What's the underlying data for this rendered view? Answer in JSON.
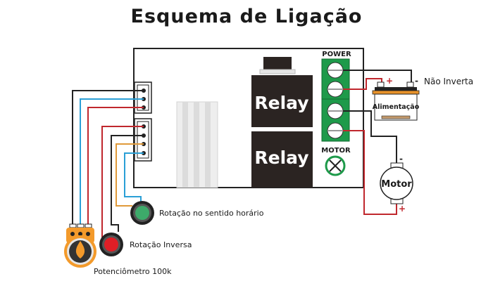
{
  "title": "Esquema de Ligação",
  "board": {
    "relay_top_label": "Relay",
    "relay_bottom_label": "Relay",
    "power_label": "POWER",
    "motor_terminal_label": "MOTOR"
  },
  "power_supply": {
    "label": "Alimentação",
    "plus": "+",
    "minus": "-",
    "warning": "Não Inverta"
  },
  "motor": {
    "label": "Motor",
    "plus": "+",
    "minus": "-"
  },
  "buttons": {
    "clockwise_label": "Rotação no sentido horário",
    "reverse_label": "Rotação Inversa"
  },
  "potentiometer": {
    "label": "Potenciômetro 100k"
  },
  "colors": {
    "wire_black": "#222222",
    "wire_blue": "#2a9fd6",
    "wire_red": "#c0272d",
    "wire_orange": "#e09a3a",
    "terminal_green": "#1e9a4a",
    "relay_dark": "#2b2422",
    "battery_top": "#e8922a",
    "button_green": "#3daa6a",
    "button_red": "#e01e26",
    "pot_orange": "#f39a2b"
  }
}
